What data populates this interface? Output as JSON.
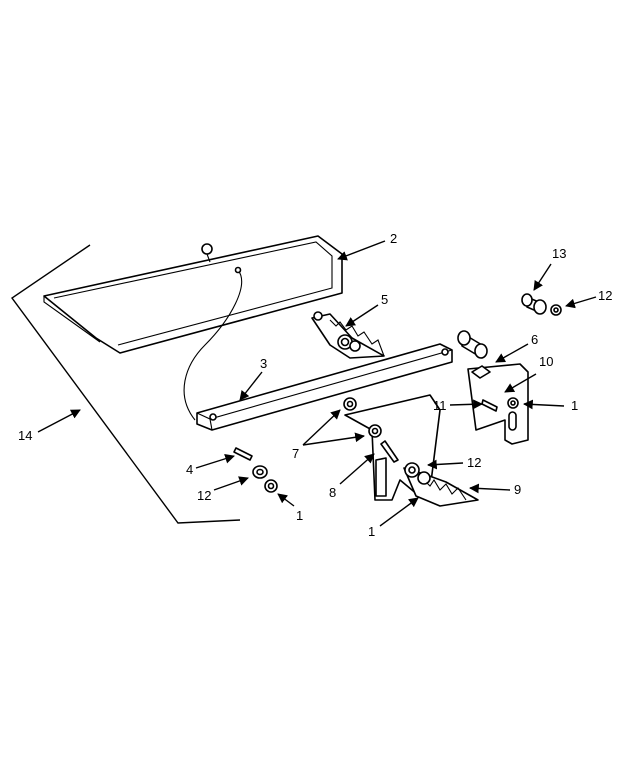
{
  "diagram": {
    "callouts": [
      "1",
      "2",
      "3",
      "4",
      "5",
      "6",
      "7",
      "8",
      "9",
      "10",
      "11",
      "12",
      "13",
      "14"
    ],
    "colors": {
      "ink": "#000000",
      "paper": "#ffffff"
    }
  }
}
